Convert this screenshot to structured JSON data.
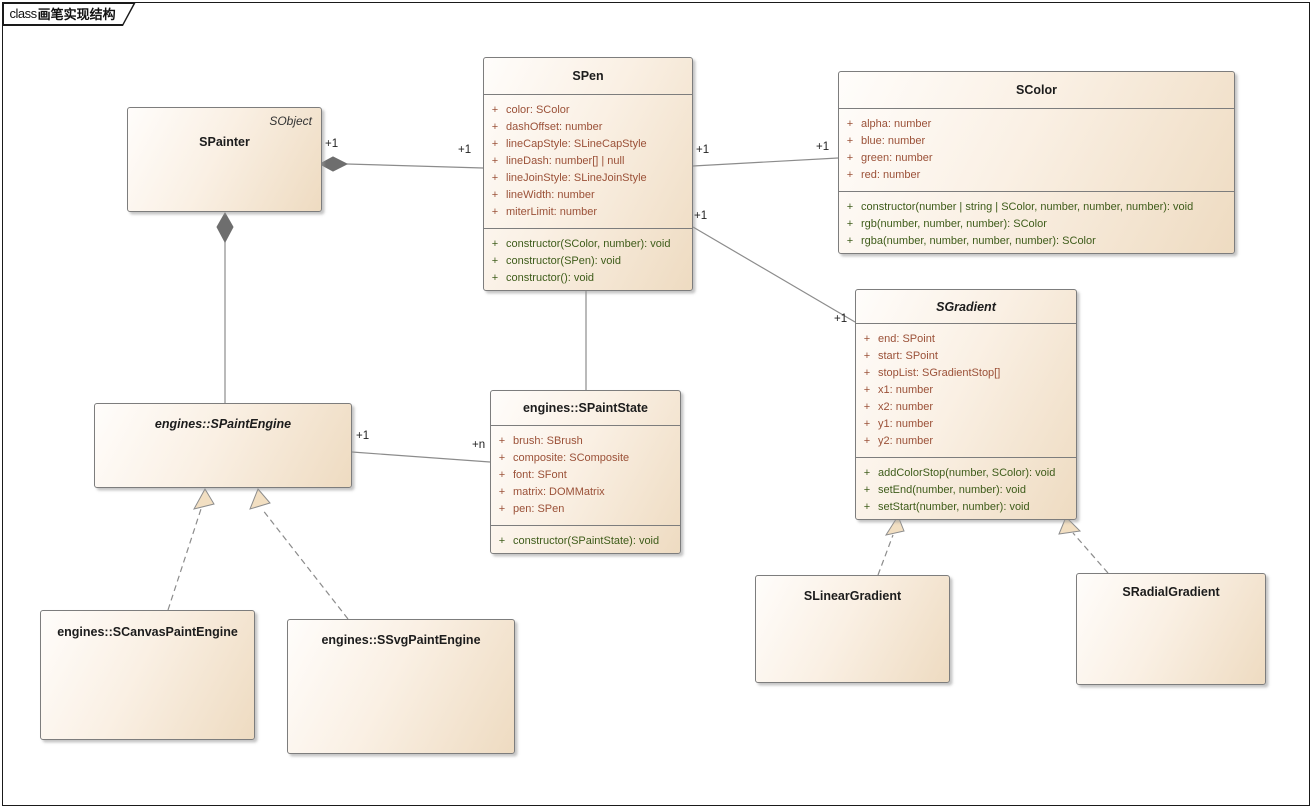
{
  "frame": {
    "keyword": "class",
    "title": "画笔实现结构"
  },
  "ui": {
    "plus": "+"
  },
  "classes": {
    "spainter": {
      "name": "SPainter",
      "annotation": "SObject"
    },
    "spen": {
      "name": "SPen",
      "attributes": [
        "color: SColor",
        "dashOffset: number",
        "lineCapStyle: SLineCapStyle",
        "lineDash: number[] | null",
        "lineJoinStyle: SLineJoinStyle",
        "lineWidth: number",
        "miterLimit: number"
      ],
      "methods": [
        "constructor(SColor, number): void",
        "constructor(SPen): void",
        "constructor(): void"
      ]
    },
    "scolor": {
      "name": "SColor",
      "attributes": [
        "alpha: number",
        "blue: number",
        "green: number",
        "red: number"
      ],
      "methods": [
        "constructor(number | string | SColor, number, number, number): void",
        "rgb(number, number, number): SColor",
        "rgba(number, number, number, number): SColor"
      ]
    },
    "sgradient": {
      "name": "SGradient",
      "attributes": [
        "end: SPoint",
        "start: SPoint",
        "stopList: SGradientStop[]",
        "x1: number",
        "x2: number",
        "y1: number",
        "y2: number"
      ],
      "methods": [
        "addColorStop(number, SColor): void",
        "setEnd(number, number): void",
        "setStart(number, number): void"
      ]
    },
    "spaintstate": {
      "name": "engines::SPaintState",
      "attributes": [
        "brush: SBrush",
        "composite: SComposite",
        "font: SFont",
        "matrix: DOMMatrix",
        "pen: SPen"
      ],
      "methods": [
        "constructor(SPaintState): void"
      ]
    },
    "spaintengine": {
      "name": "engines::SPaintEngine"
    },
    "scanvaspaintengine": {
      "name": "engines::SCanvasPaintEngine"
    },
    "ssvgpaintengine": {
      "name": "engines::SSvgPaintEngine"
    },
    "slineargradient": {
      "name": "SLinearGradient"
    },
    "sradialgradient": {
      "name": "SRadialGradient"
    }
  },
  "relations": {
    "painter_pen": {
      "source_mult": "+1",
      "target_mult": "+1"
    },
    "pen_color": {
      "source_mult": "+1",
      "target_mult": "+1"
    },
    "pen_gradient": {
      "source_mult": "+1",
      "target_mult": "+1"
    },
    "engine_state": {
      "source_mult": "+1",
      "target_mult": "+n"
    }
  },
  "colors": {
    "attribute_text": "#9b5138",
    "method_text": "#3e5c1a",
    "box_fill_start": "#fffdfb",
    "box_fill_end": "#eedbc1",
    "line": "#8c8c8c"
  }
}
